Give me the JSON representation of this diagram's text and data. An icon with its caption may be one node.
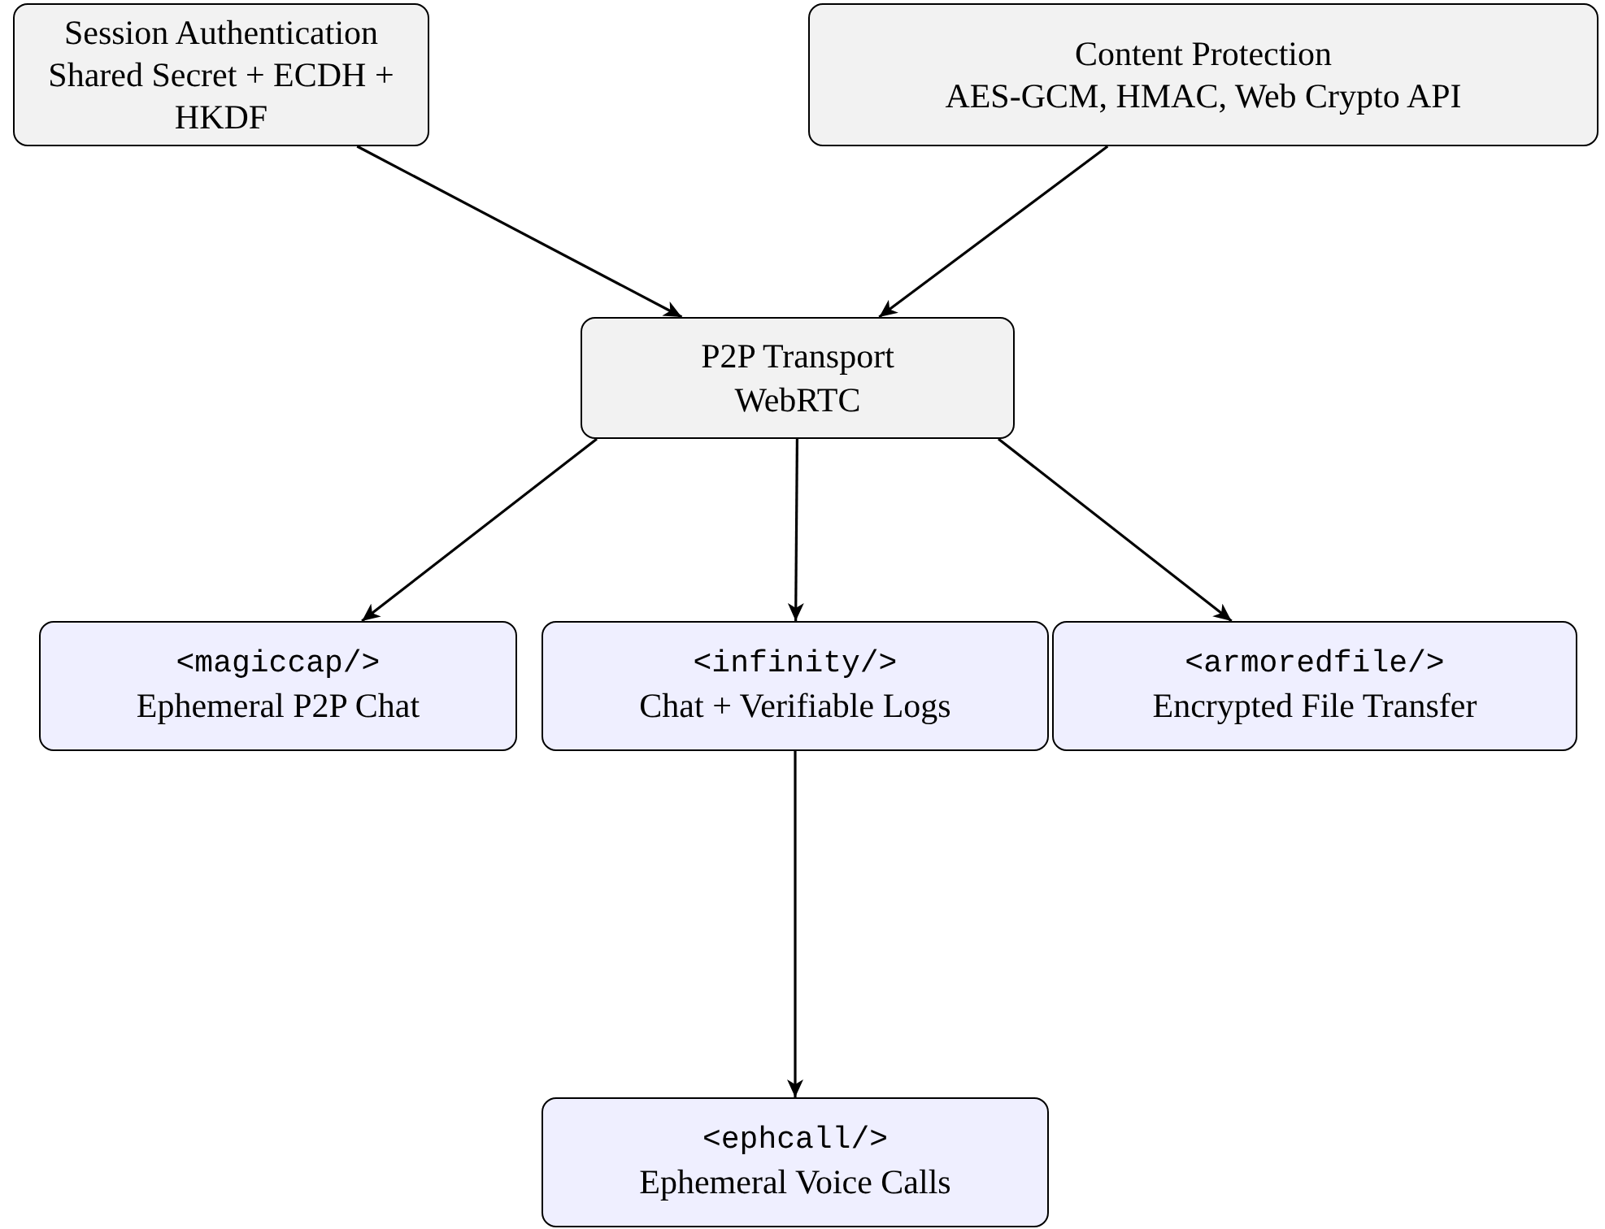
{
  "diagram": {
    "nodes": [
      {
        "text": [
          "Session Authentication",
          "Shared Secret + ECDH + HKDF"
        ]
      },
      {
        "text": [
          "Content Protection",
          "AES-GCM, HMAC, Web Crypto API"
        ]
      },
      {
        "text": [
          "P2P Transport",
          "WebRTC"
        ]
      },
      {
        "text": [
          "<magiccap/>",
          "Ephemeral P2P Chat"
        ]
      },
      {
        "text": [
          "<infinity/>",
          "Chat + Verifiable Logs"
        ]
      },
      {
        "text": [
          "<armoredfile/>",
          "Encrypted File Transfer"
        ]
      },
      {
        "text": [
          "<ephcall/>",
          "Ephemeral Voice Calls"
        ]
      }
    ],
    "edges": [
      {
        "from": 0,
        "to": 2,
        "arrow": "to"
      },
      {
        "from": 1,
        "to": 2,
        "arrow": "to"
      },
      {
        "from": 2,
        "to": 3,
        "arrow": "to"
      },
      {
        "from": 2,
        "to": 4,
        "arrow": "to"
      },
      {
        "from": 2,
        "to": 5,
        "arrow": "to"
      },
      {
        "from": 4,
        "to": 6,
        "arrow": "to"
      }
    ]
  }
}
